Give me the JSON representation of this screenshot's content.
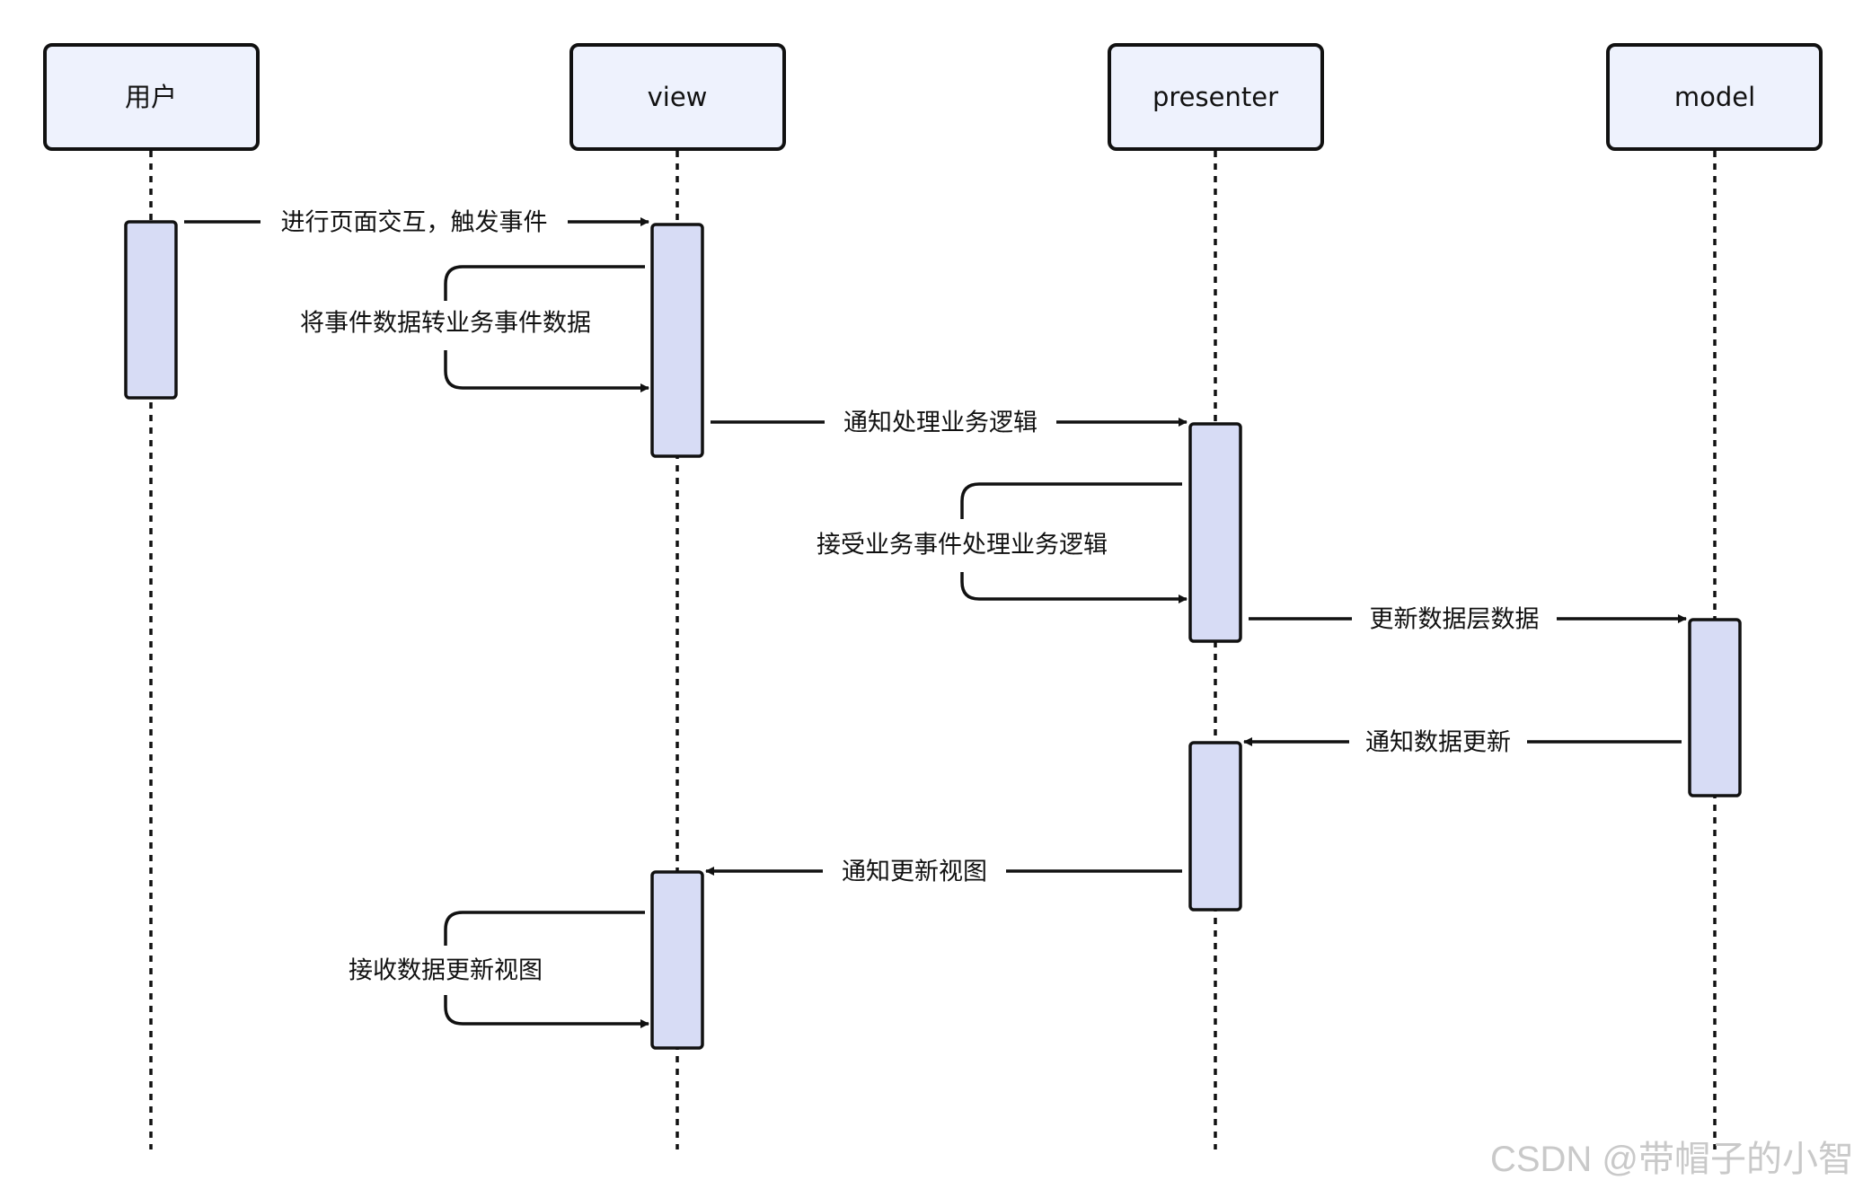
{
  "diagram": {
    "type": "sequence",
    "participants": [
      {
        "id": "user",
        "label": "用户"
      },
      {
        "id": "view",
        "label": "view"
      },
      {
        "id": "presenter",
        "label": "presenter"
      },
      {
        "id": "model",
        "label": "model"
      }
    ],
    "messages": [
      {
        "from": "user",
        "to": "view",
        "label": "进行页面交互，触发事件"
      },
      {
        "from": "view",
        "to": "view",
        "label": "将事件数据转业务事件数据"
      },
      {
        "from": "view",
        "to": "presenter",
        "label": "通知处理业务逻辑"
      },
      {
        "from": "presenter",
        "to": "presenter",
        "label": "接受业务事件处理业务逻辑"
      },
      {
        "from": "presenter",
        "to": "model",
        "label": "更新数据层数据"
      },
      {
        "from": "model",
        "to": "presenter",
        "label": "通知数据更新"
      },
      {
        "from": "presenter",
        "to": "view",
        "label": "通知更新视图"
      },
      {
        "from": "view",
        "to": "view",
        "label": "接收数据更新视图"
      }
    ]
  },
  "watermark": "CSDN @带帽子的小智"
}
